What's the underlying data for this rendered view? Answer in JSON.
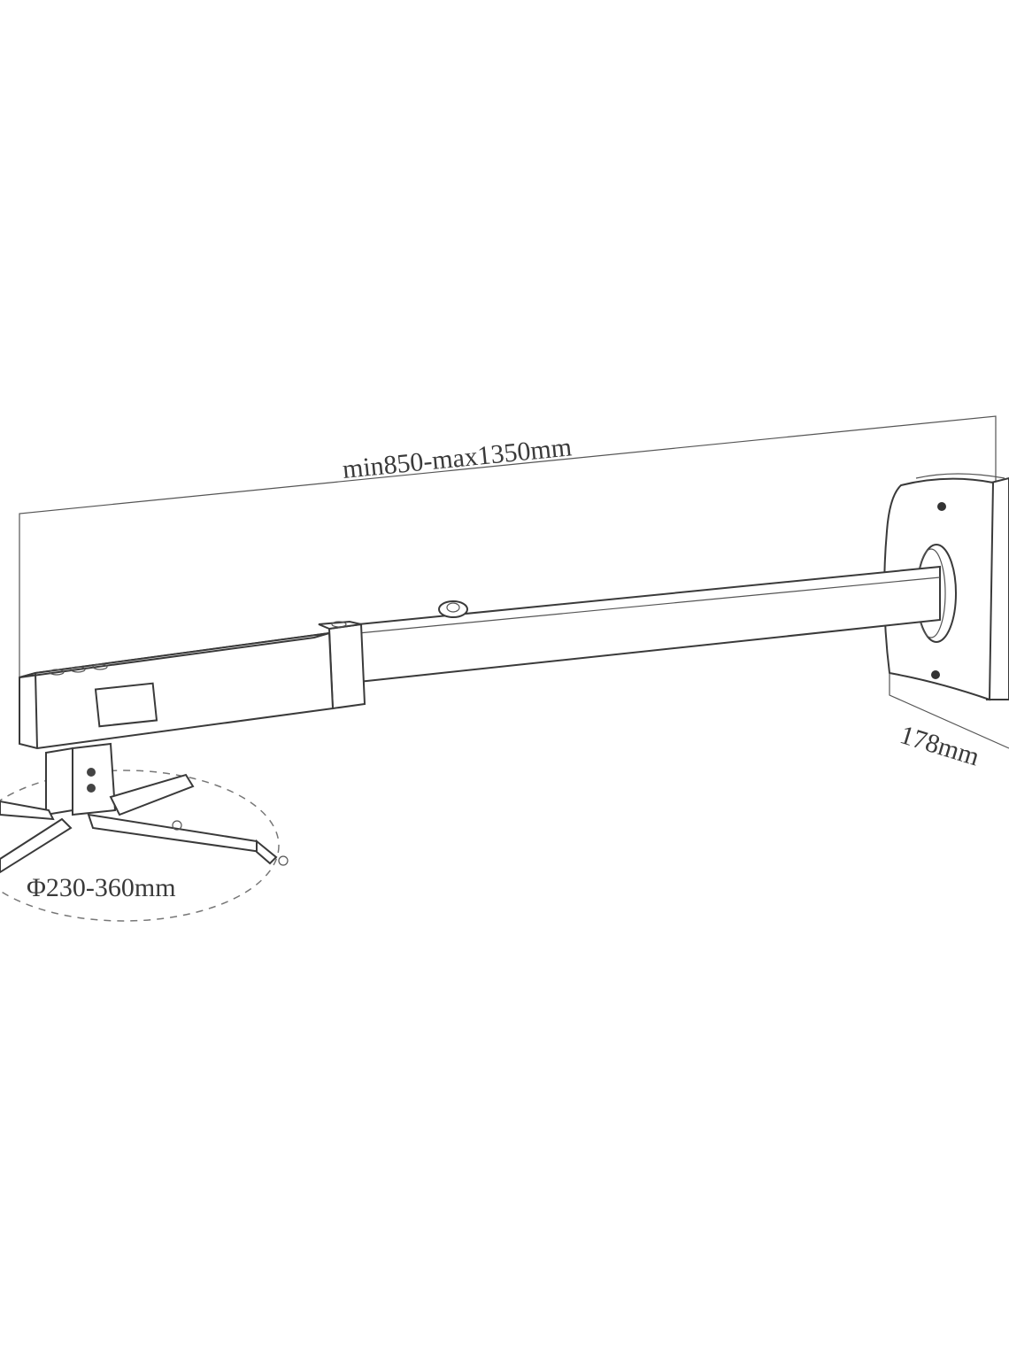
{
  "labels": {
    "arm_length": "min850-max1350mm",
    "wall_plate_depth": "178mm",
    "ceiling_plate_diameter": "Φ230-360mm"
  }
}
